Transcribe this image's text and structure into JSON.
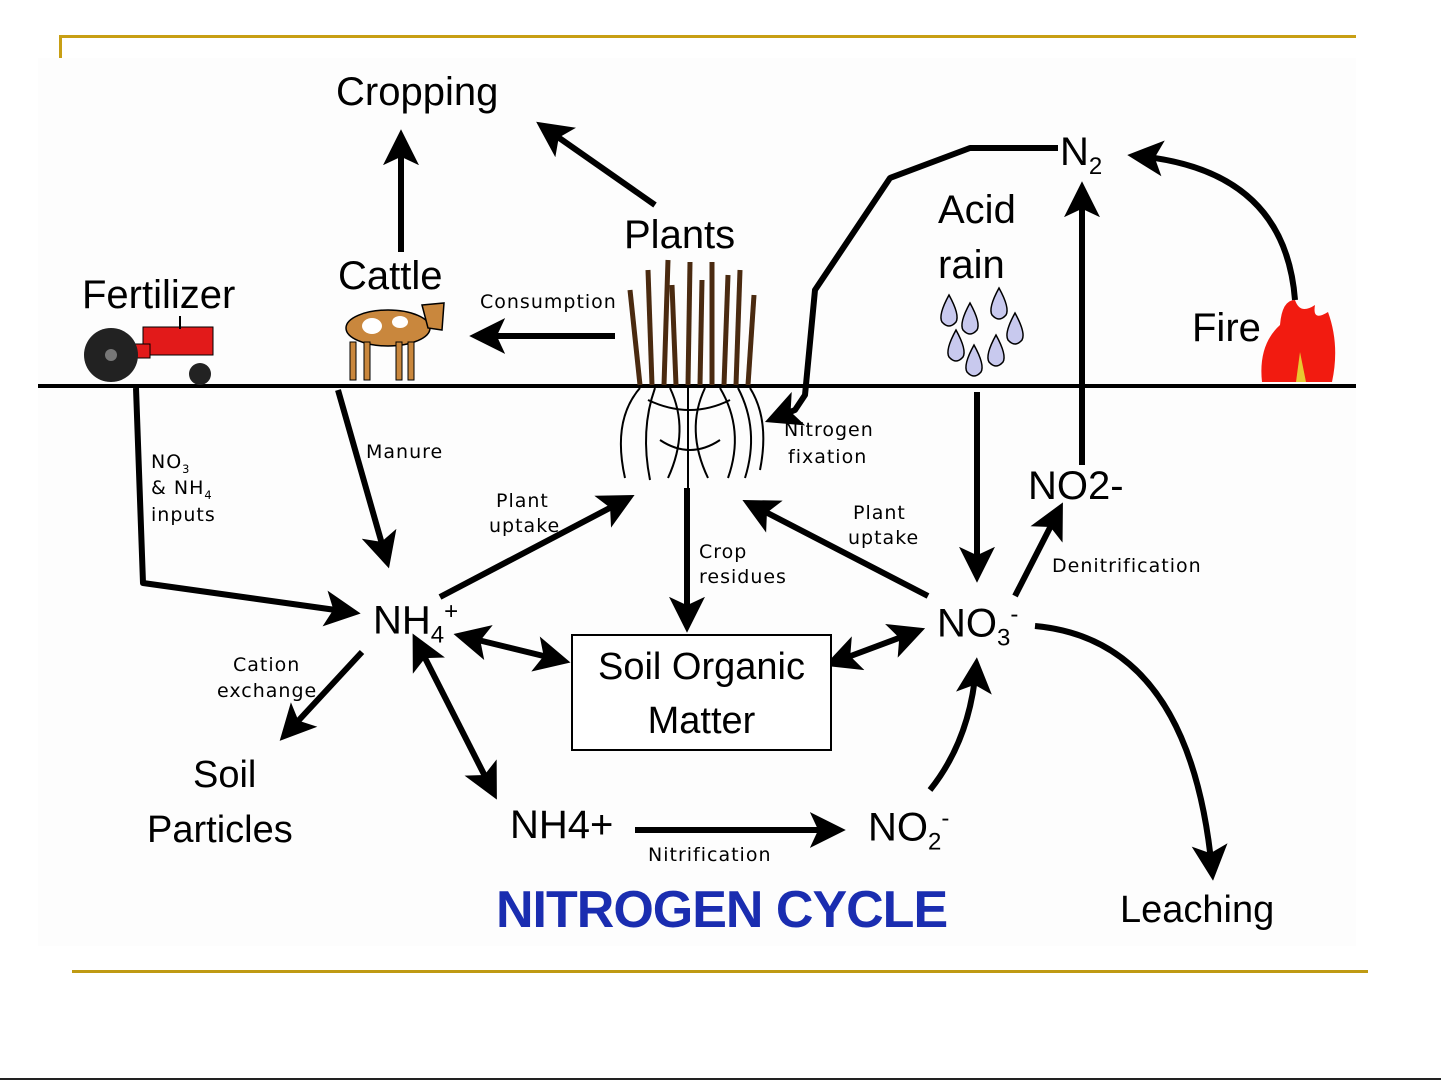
{
  "slide": {
    "accent_color": "#c89f14"
  },
  "diagram": {
    "title": "NITROGEN CYCLE",
    "title_color": "#1a2db0",
    "nodes": {
      "cropping": "Cropping",
      "plants": "Plants",
      "cattle": "Cattle",
      "fertilizer": "Fertilizer",
      "acid_rain_1": "Acid",
      "acid_rain_2": "rain",
      "n2": "N",
      "n2_sub": "2",
      "fire": "Fire",
      "nh4": "NH",
      "nh4_sub": "4",
      "nh4_sup": "+",
      "no3": "NO",
      "no3_sub": "3",
      "no3_sup": "-",
      "no2_upper": "NO2-",
      "soil_organic_matter_1": "Soil Organic",
      "soil_organic_matter_2": "Matter",
      "soil_particles_1": "Soil",
      "soil_particles_2": "Particles",
      "nh4_lower": "NH4+",
      "no2_lower": "NO",
      "no2_lower_sub": "2",
      "no2_lower_sup": "-",
      "leaching": "Leaching"
    },
    "process_labels": {
      "consumption": "Consumption",
      "manure": "Manure",
      "inputs_1": "NO",
      "inputs_1_sub": "3",
      "inputs_2": "& NH",
      "inputs_2_sub": "4",
      "inputs_3": "inputs",
      "plant_uptake_left_1": "Plant",
      "plant_uptake_left_2": "uptake",
      "plant_uptake_right_1": "Plant",
      "plant_uptake_right_2": "uptake",
      "crop_residues_1": "Crop",
      "crop_residues_2": "residues",
      "nitrogen_fixation_1": "Nitrogen",
      "nitrogen_fixation_2": "fixation",
      "denitrification": "Denitrification",
      "cation_exchange_1": "Cation",
      "cation_exchange_2": "exchange",
      "nitrification": "Nitrification"
    },
    "icons": [
      "tractor-icon",
      "cow-icon",
      "plants-icon",
      "roots-icon",
      "raindrops-icon",
      "fire-icon"
    ]
  }
}
